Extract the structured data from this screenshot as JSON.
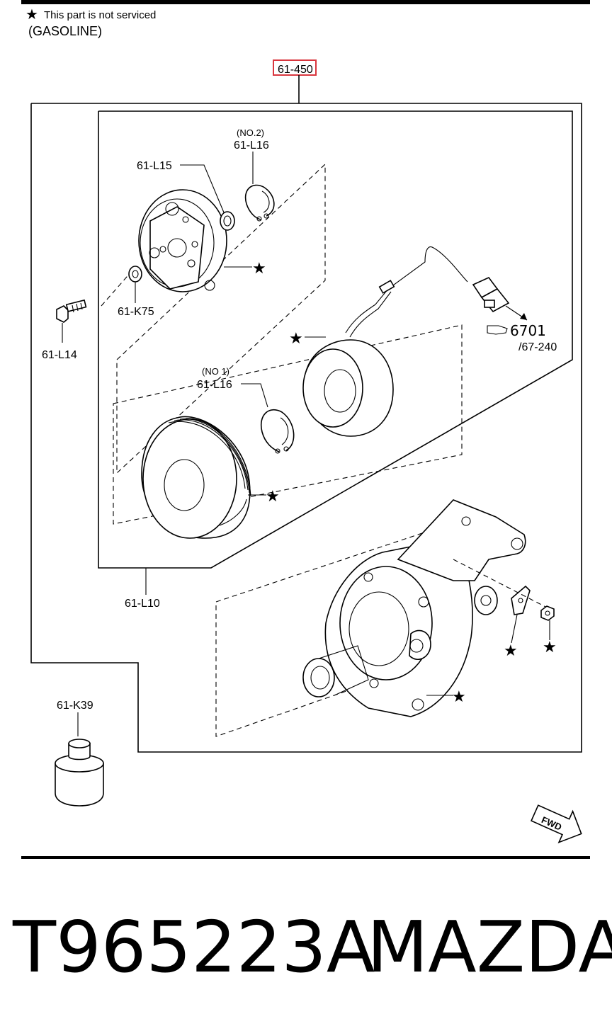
{
  "header": {
    "star_symbol": "★",
    "note": "This part is not serviced",
    "variant": "(GASOLINE)"
  },
  "callouts": {
    "assembly": "61-450",
    "no2_note": "(NO.2)",
    "snap_ring_no2": "61-L16",
    "spacer": "61-L15",
    "bolt": "61-L14",
    "washer": "61-K75",
    "no1_note": "(NO 1)",
    "snap_ring_no1": "61-L16",
    "clutch_set": "61-L10",
    "oil": "61-K39",
    "connector_ref": "6701",
    "connector_sub_ref": "/67-240"
  },
  "fwd_label": "FWD",
  "footer": {
    "part_number": "T965223A",
    "brand": "MAZDA"
  },
  "colors": {
    "highlight": "#d9363e",
    "line": "#000000"
  }
}
